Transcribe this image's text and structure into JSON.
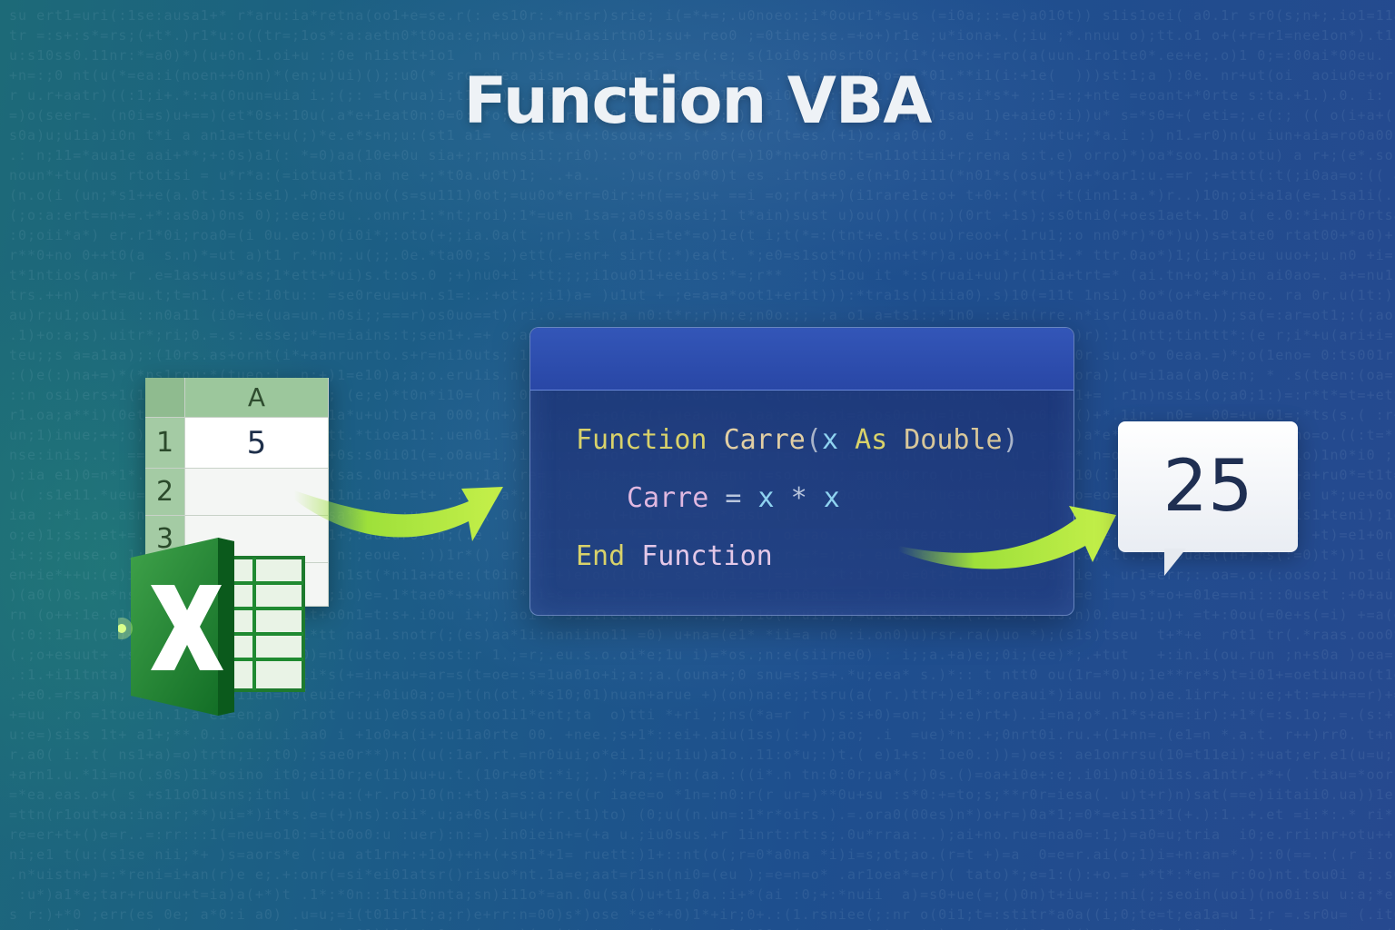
{
  "title": "Function VBA",
  "spreadsheet": {
    "column_header": "A",
    "rows": [
      {
        "number": "1",
        "value": "5"
      },
      {
        "number": "2",
        "value": ""
      },
      {
        "number": "3",
        "value": ""
      }
    ]
  },
  "code": {
    "line1": {
      "kw": "Function",
      "name": "Carre",
      "open": "(",
      "param": "x",
      "as": "As",
      "type": "Double",
      "close": ")"
    },
    "line2": {
      "target": "Carre",
      "eq": "=",
      "a": "x",
      "mul": "*",
      "b": "x"
    },
    "line3": {
      "end": "End",
      "function": "Function"
    }
  },
  "result": "25",
  "icons": [
    "excel-logo-icon",
    "arrow-right-icon"
  ],
  "colors": {
    "arrow": "#9ee03a",
    "excel_green": "#1f7a2e",
    "code_window": "#23407f"
  }
}
